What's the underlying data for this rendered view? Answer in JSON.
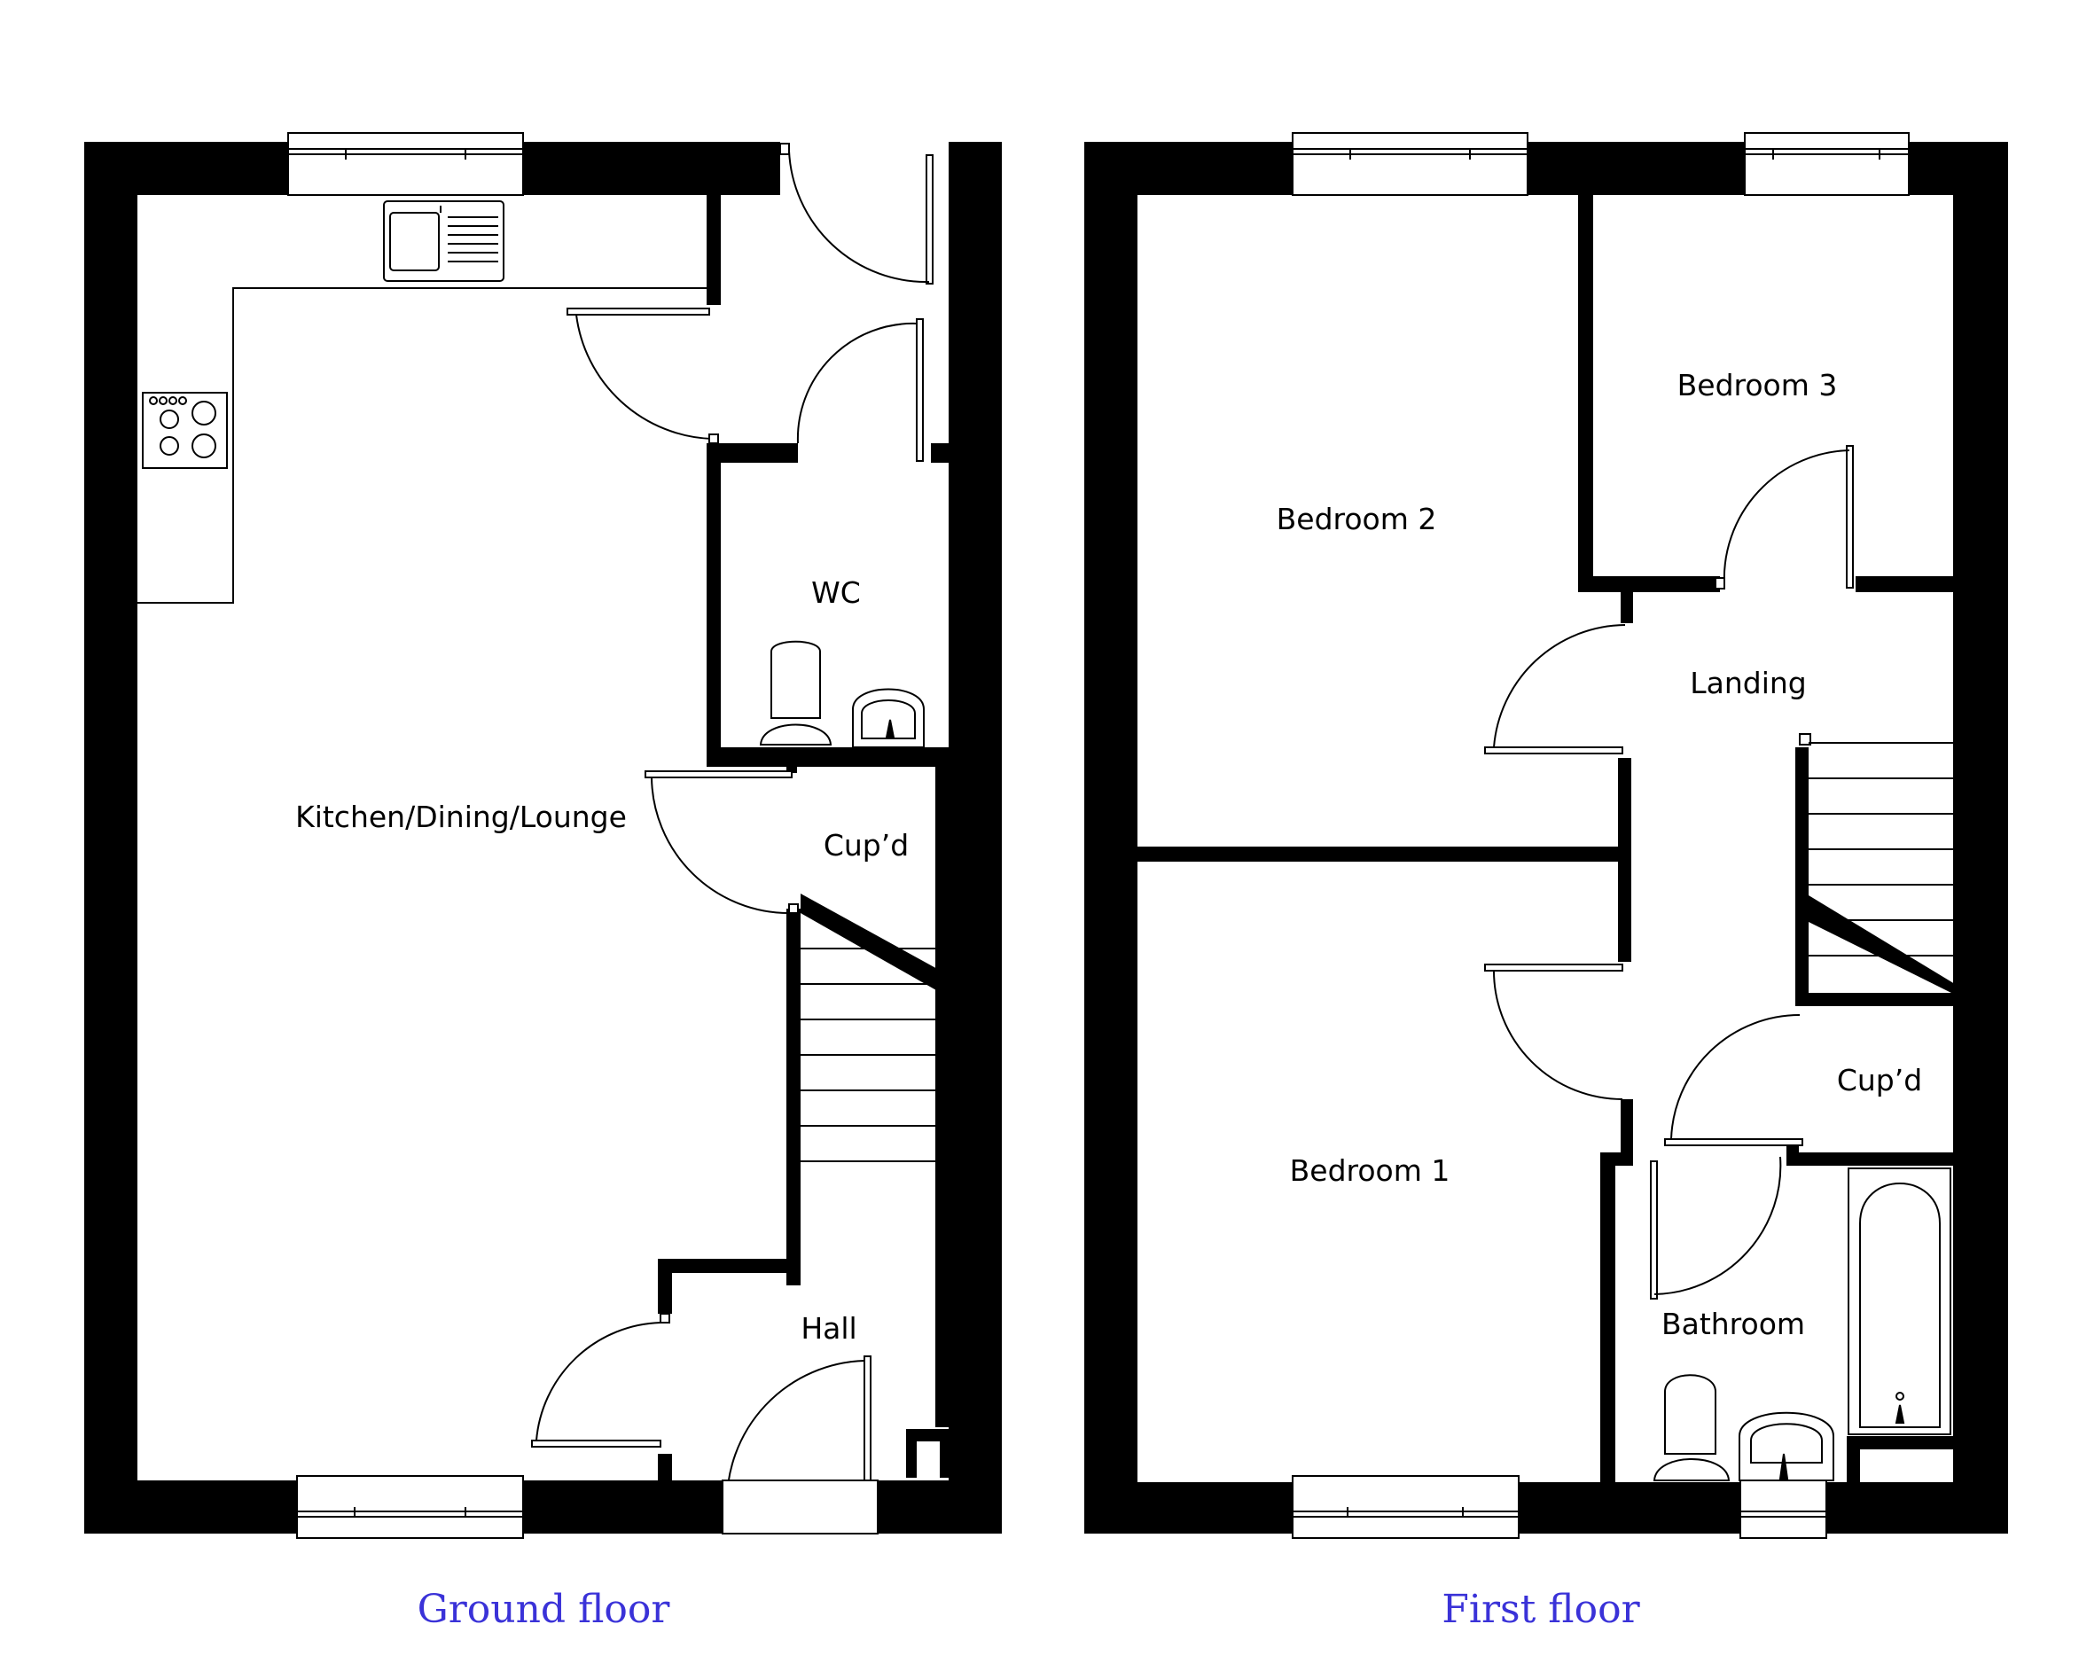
{
  "colors": {
    "wall": "#000000",
    "caption": "#3a32d8",
    "fixture_line": "#000000",
    "background": "#ffffff"
  },
  "floors": {
    "ground": {
      "caption": "Ground floor",
      "rooms": {
        "kitchen_dining_lounge": "Kitchen/Dining/Lounge",
        "wc": "WC",
        "cupboard": "Cup’d",
        "hall": "Hall"
      }
    },
    "first": {
      "caption": "First floor",
      "rooms": {
        "bedroom_1": "Bedroom 1",
        "bedroom_2": "Bedroom 2",
        "bedroom_3": "Bedroom 3",
        "landing": "Landing",
        "cupboard": "Cup’d",
        "bathroom": "Bathroom"
      }
    }
  },
  "icons": [
    "window-icon",
    "door-swing-icon",
    "sink-icon",
    "hob-icon",
    "toilet-icon",
    "basin-icon",
    "bath-icon",
    "stairs-icon"
  ]
}
